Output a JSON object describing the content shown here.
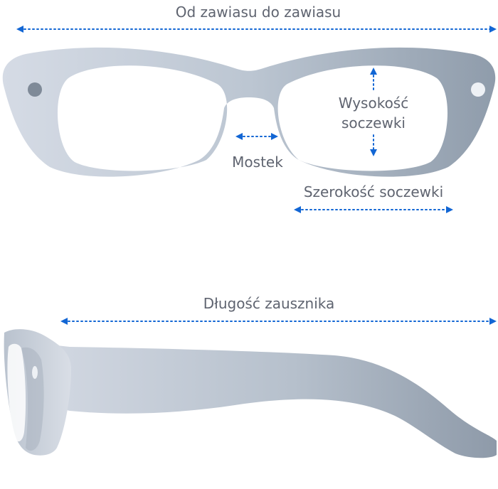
{
  "labels": {
    "hinge_to_hinge": "Od zawiasu do zawiasu",
    "lens_height_line1": "Wysokość",
    "lens_height_line2": "soczewki",
    "bridge": "Mostek",
    "lens_width": "Szerokość soczewki",
    "temple_length": "Długość zausznika"
  },
  "colors": {
    "arrow": "#1266d4",
    "text": "#5f6470",
    "frame_light": "#d3d9e3",
    "frame_dark": "#8f9cab"
  }
}
